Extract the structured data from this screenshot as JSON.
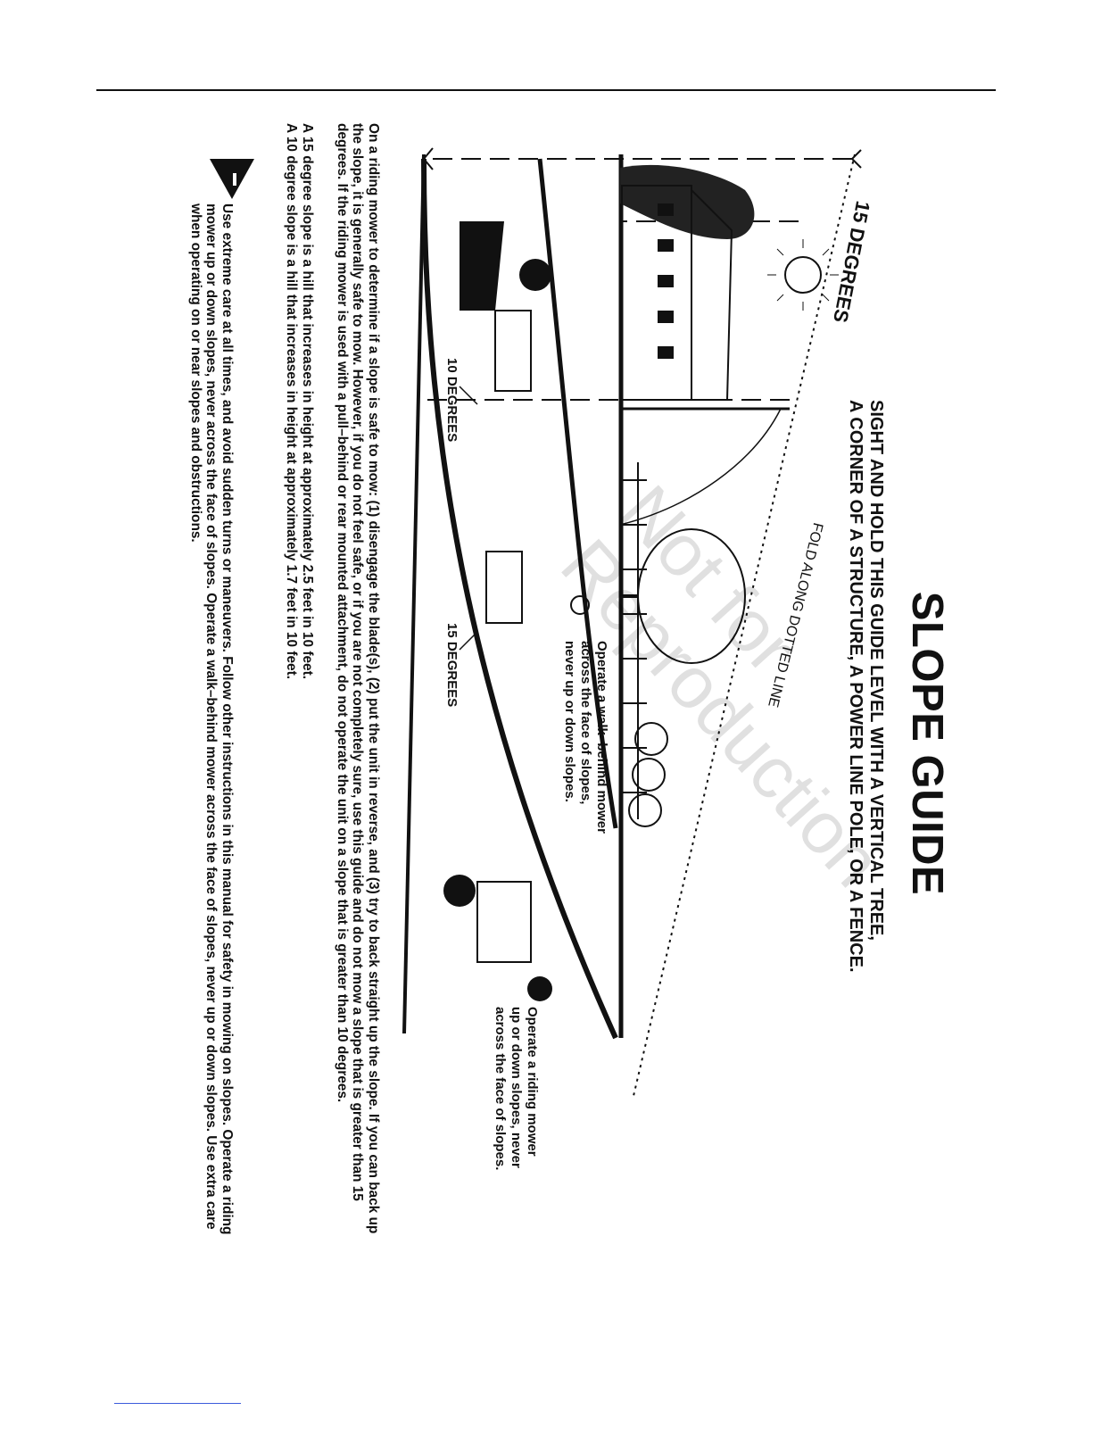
{
  "guide": {
    "title": "SLOPE GUIDE",
    "subtitle_line1": "SIGHT AND HOLD THIS GUIDE LEVEL WITH A VERTICAL TREE,",
    "subtitle_line2": "A CORNER OF A STRUCTURE, A POWER LINE POLE, OR A FENCE.",
    "fold_label": "FOLD ALONG DOTTED LINE",
    "degrees_15_big": "15 DEGREES",
    "walk_note_line1": "Operate a walk–behind mower",
    "walk_note_line2": "across the face of slopes,",
    "walk_note_line3": "never up or down slopes.",
    "ride_note_line1": "Operate a riding mower",
    "ride_note_line2": "up or down slopes, never",
    "ride_note_line3": "across the face of slopes.",
    "degrees_10": "10 DEGREES",
    "degrees_15": "15 DEGREES"
  },
  "text": {
    "body_para": "On a riding mower to determine if a slope is safe to mow: (1) disengage the blade(s), (2) put the unit in reverse, and (3) try to back straight up the slope. If you can back up the slope, it is generally safe to mow. However, if you do not feel safe, or if you are not completely sure, use this guide and do not mow a slope that is greater than 15 degrees. If the riding mower is used with a pull–behind or rear mounted attachment, do not operate the unit on a slope that is greater than 10 degrees.",
    "slope_15": "A 15 degree slope is a hill that increases in height at approximately 2.5 feet in 10 feet.",
    "slope_10": "A 10 degree slope is a hill that increases in height at approximately 1.7 feet in 10 feet.",
    "warning": "Use extreme care at all times, and avoid sudden turns or maneuvers. Follow other instructions in this manual for safety in mowing on slopes. Operate a riding mower up or down slopes, never across the face of slopes. Operate a walk–behind mower across the face of slopes, never up or down slopes. Use extra care when operating on or near slopes and obstructions."
  },
  "watermark": {
    "line1": "Not for",
    "line2": "Reproduction"
  },
  "icons": {
    "warning": "warning-triangle-icon"
  },
  "colors": {
    "ink": "#111111",
    "paper": "#ffffff"
  }
}
